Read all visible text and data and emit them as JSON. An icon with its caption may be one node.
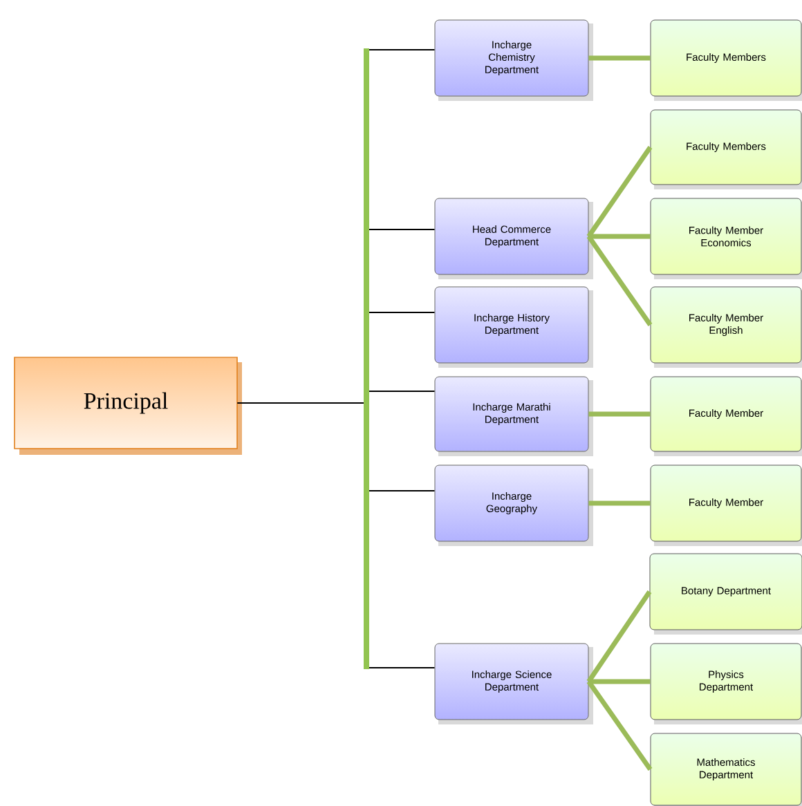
{
  "diagram": {
    "nodes": [
      {
        "text": [
          "Principal"
        ]
      },
      {
        "text": [
          "Incharge Chemistry Department"
        ]
      },
      {
        "text": [
          "Faculty Members"
        ]
      },
      {
        "text": [
          "Head Commerce Department"
        ]
      },
      {
        "text": [
          "Faculty Members"
        ]
      },
      {
        "text": [
          "Faculty Member Economics"
        ]
      },
      {
        "text": [
          "Faculty Member English"
        ]
      },
      {
        "text": [
          "Incharge History Department"
        ]
      },
      {
        "text": [
          "Incharge Marathi Department"
        ]
      },
      {
        "text": [
          "Faculty Member"
        ]
      },
      {
        "text": [
          "Incharge Geography"
        ]
      },
      {
        "text": [
          "Faculty Member"
        ]
      },
      {
        "text": [
          "Incharge Science Department"
        ]
      },
      {
        "text": [
          "Botany Department"
        ]
      },
      {
        "text": [
          "Physics Department"
        ]
      },
      {
        "text": [
          "Mathematics Department"
        ]
      }
    ],
    "edges": [
      {
        "from": 0,
        "to": 1,
        "arrow": "none",
        "color": "#000000"
      },
      {
        "from": 0,
        "to": 3,
        "arrow": "none",
        "color": "#000000"
      },
      {
        "from": 0,
        "to": 7,
        "arrow": "none",
        "color": "#000000"
      },
      {
        "from": 0,
        "to": 8,
        "arrow": "none",
        "color": "#000000"
      },
      {
        "from": 0,
        "to": 10,
        "arrow": "none",
        "color": "#000000"
      },
      {
        "from": 0,
        "to": 12,
        "arrow": "none",
        "color": "#000000"
      },
      {
        "from": 1,
        "to": 2,
        "arrow": "none"
      },
      {
        "from": 3,
        "to": 4,
        "arrow": "none"
      },
      {
        "from": 3,
        "to": 5,
        "arrow": "none"
      },
      {
        "from": 3,
        "to": 6,
        "arrow": "none"
      },
      {
        "from": 8,
        "to": 9,
        "arrow": "none"
      },
      {
        "from": 10,
        "to": 11,
        "arrow": "none"
      },
      {
        "from": 12,
        "to": 13,
        "arrow": "none"
      },
      {
        "from": 12,
        "to": 14,
        "arrow": "none"
      },
      {
        "from": 12,
        "to": 15,
        "arrow": "none"
      }
    ]
  }
}
